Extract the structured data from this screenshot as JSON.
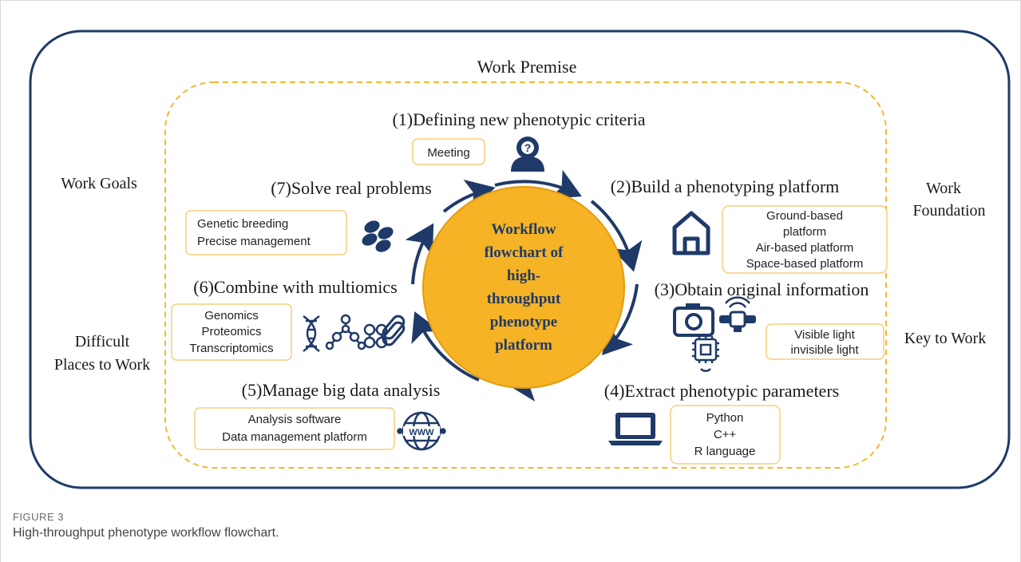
{
  "outer_labels": {
    "top": "Work Premise",
    "left_top": "Work Goals",
    "left_bottom_1": "Difficult",
    "left_bottom_2": "Places to Work",
    "right_top_1": "Work",
    "right_top_2": "Foundation",
    "right_bottom": "Key to Work"
  },
  "center": {
    "lines": [
      "Workflow",
      "flowchart of",
      "high-",
      "throughput",
      "phenotype",
      "platform"
    ]
  },
  "steps": {
    "s1": {
      "title": "(1)Defining new phenotypic criteria",
      "box": [
        "Meeting"
      ],
      "icon": "person-question-icon"
    },
    "s2": {
      "title": "(2)Build a phenotyping platform",
      "box": [
        "Ground-based",
        "platform",
        "Air-based platform",
        "Space-based platform"
      ],
      "icon": "house-icon"
    },
    "s3": {
      "title": "(3)Obtain original information",
      "box": [
        "Visible light",
        "invisible light"
      ],
      "icons": [
        "camera-icon",
        "satellite-icon",
        "sensor-chip-icon"
      ]
    },
    "s4": {
      "title": "(4)Extract phenotypic parameters",
      "box": [
        "Python",
        "C++",
        "R language"
      ],
      "icon": "laptop-icon"
    },
    "s5": {
      "title": "(5)Manage big data analysis",
      "box": [
        "Analysis software",
        "Data management platform"
      ],
      "icon": "www-globe-icon"
    },
    "s6": {
      "title": "(6)Combine with multiomics",
      "box": [
        "Genomics",
        "Proteomics",
        "Transcriptomics"
      ],
      "icons": [
        "dna-icon",
        "molecule-icon",
        "protein-icon",
        "chromosome-icon"
      ]
    },
    "s7": {
      "title": "(7)Solve real problems",
      "box": [
        "Genetic breeding",
        "Precise management"
      ],
      "icon": "seeds-icon"
    }
  },
  "caption": {
    "label": "FIGURE 3",
    "text": "High-throughput phenotype workflow flowchart."
  },
  "colors": {
    "navy": "#1f3a68",
    "center_fill": "#f5b325",
    "dash": "#f2b92c",
    "box_border": "#f5cf7a"
  }
}
